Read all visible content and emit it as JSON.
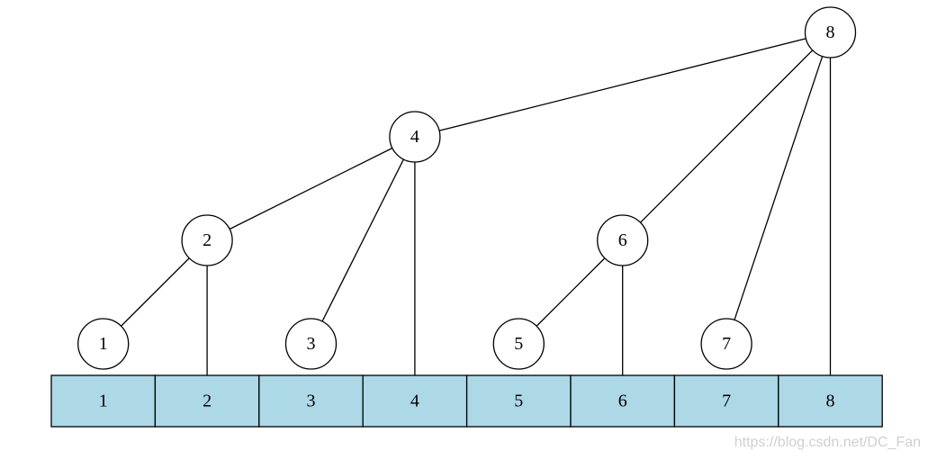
{
  "colors": {
    "cell_fill": "#add8e6",
    "stroke": "#000000",
    "node_fill": "#ffffff"
  },
  "array": {
    "cells": [
      "1",
      "2",
      "3",
      "4",
      "5",
      "6",
      "7",
      "8"
    ]
  },
  "tree": {
    "nodes": [
      {
        "id": "n1",
        "label": "1",
        "cell": 0,
        "level": 0
      },
      {
        "id": "n2",
        "label": "2",
        "cell": 1,
        "level": 1
      },
      {
        "id": "n3",
        "label": "3",
        "cell": 2,
        "level": 0
      },
      {
        "id": "n4",
        "label": "4",
        "cell": 3,
        "level": 2
      },
      {
        "id": "n5",
        "label": "5",
        "cell": 4,
        "level": 0
      },
      {
        "id": "n6",
        "label": "6",
        "cell": 5,
        "level": 1
      },
      {
        "id": "n7",
        "label": "7",
        "cell": 6,
        "level": 0
      },
      {
        "id": "n8",
        "label": "8",
        "cell": 7,
        "level": 3
      }
    ],
    "edges": [
      {
        "from": "n1",
        "to": "n2"
      },
      {
        "from": "n2",
        "to": "n4"
      },
      {
        "from": "n3",
        "to": "n4"
      },
      {
        "from": "n5",
        "to": "n6"
      },
      {
        "from": "n6",
        "to": "n8"
      },
      {
        "from": "n7",
        "to": "n8"
      },
      {
        "from": "n4",
        "to": "n8"
      }
    ]
  },
  "watermark": "https://blog.csdn.net/DC_Fan"
}
